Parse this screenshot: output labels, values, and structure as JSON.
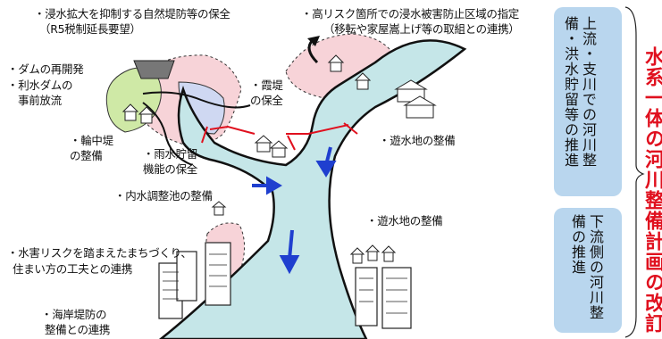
{
  "labels": {
    "preserve_natural_levee": "・浸水拡大を抑制する自然堤防等の保全",
    "tax_extension": "（R5税制延長要望）",
    "high_risk_area": "・高リスク箇所での浸水被害防止区域の指定",
    "relocation": "（移転や家屋嵩上げ等の取組との連携）",
    "dam_redevelop": "・ダムの再開発",
    "dam_preflood_1": "・利水ダムの",
    "dam_preflood_2": "事前放流",
    "open_levee_1": "・霞堤",
    "open_levee_2": "の保全",
    "ring_levee_1": "・輪中堤",
    "ring_levee_2": "の整備",
    "rain_storage_1": "・雨水貯留",
    "rain_storage_2": "機能の保全",
    "retention_upper": "・遊水地の整備",
    "inland_pond": "・内水調整池の整備",
    "retention_lower": "・遊水地の整備",
    "town_planning_1": "・水害リスクを踏まえたまちづくり、",
    "town_planning_2": "住まい方の工夫との連携",
    "coastal_1": "・海岸堤防の",
    "coastal_2": "整備との連携"
  },
  "panels": {
    "upper": "上流・支川での河川整備・洪水貯留等の推進",
    "lower": "下流側の河川整備の推進"
  },
  "red_title": "水系一体の河川整備計画の改訂",
  "colors": {
    "panel": "#b9d6ee",
    "river": "#c5e6e8",
    "hill": "#f7d3d8",
    "red": "#e0101e",
    "arrow": "#1f3fcf"
  }
}
